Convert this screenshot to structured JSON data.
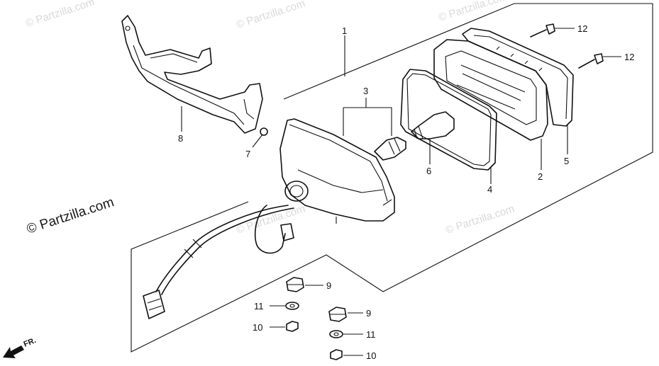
{
  "watermarks": {
    "main": "© Partzilla.com",
    "faint": "© Partzilla.com"
  },
  "direction": {
    "label": "FR."
  },
  "callouts": {
    "c1": "1",
    "c2": "2",
    "c3": "3",
    "c4": "4",
    "c5": "5",
    "c6": "6",
    "c7": "7",
    "c8": "8",
    "c9a": "9",
    "c9b": "9",
    "c10a": "10",
    "c10b": "10",
    "c11a": "11",
    "c11b": "11",
    "c12a": "12",
    "c12b": "12"
  },
  "colors": {
    "line": "#111111",
    "watermark": "#d9d9d9",
    "background": "#ffffff"
  }
}
